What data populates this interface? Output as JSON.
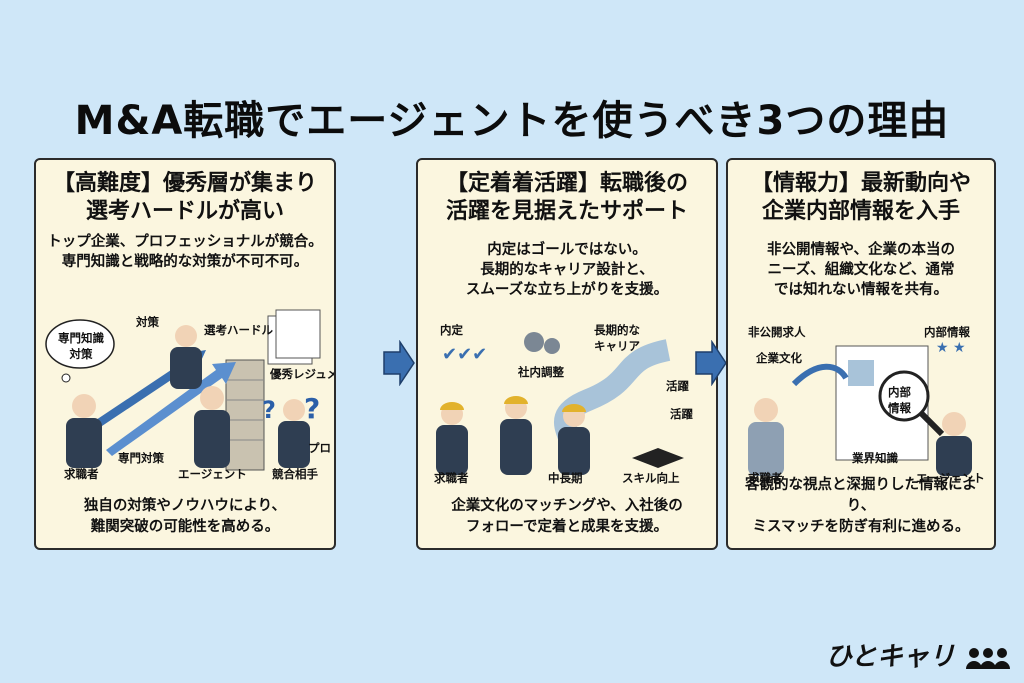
{
  "title": "M&A転職でエージェントを使うべき3つの理由",
  "panels": [
    {
      "title_line1": "【高難度】優秀層が集まり",
      "title_line2": "選考ハードルが高い",
      "desc_line1": "トップ企業、プロフェッショナルが競合。",
      "desc_line2": "専門知識と戦略的な対策が不可不可。",
      "labels": {
        "bubble": "専門知識\n対策",
        "taisaku": "対策",
        "hurdle": "選考ハードル",
        "resume": "優秀レジュメ",
        "senmon": "専門対策",
        "pro": "プロ",
        "job_seeker": "求職者",
        "agent": "エージェント",
        "rival": "競合相手"
      },
      "foot_line1": "独自の対策やノウハウにより、",
      "foot_line2": "難関突破の可能性を高める。"
    },
    {
      "title_line1": "【定着着活躍】転職後の",
      "title_line2": "活躍を見据えたサポート",
      "desc_line1": "内定はゴールではない。",
      "desc_line2": "長期的なキャリア設計と、",
      "desc_line3": "スムーズな立ち上がりを支援。",
      "labels": {
        "naitei": "内定",
        "chouseki": "社内調整",
        "career": "長期的な\nキャリア",
        "katsuyaku1": "活躍",
        "katsuyaku2": "活躍",
        "skill": "スキル向上",
        "job_seeker": "求職者",
        "mid_long": "中長期"
      },
      "foot_line1": "企業文化のマッチングや、入社後の",
      "foot_line2": "フォローで定着と成果を支援。"
    },
    {
      "title_line1": "【情報力】最新動向や",
      "title_line2": "企業内部情報を入手",
      "desc_line1": "非公開情報や、企業の本当の",
      "desc_line2": "ニーズ、組織文化など、通常",
      "desc_line3": "では知れない情報を共有。",
      "labels": {
        "hikoukai": "非公開求人",
        "naibu": "内部情報",
        "culture": "企業文化",
        "magnifier": "内部\n情報",
        "industry": "業界知識",
        "job_seeker": "求職者",
        "agent": "エージェント"
      },
      "foot_line1": "客観的な視点と深掘りした情報により、",
      "foot_line2": "ミスマッチを防ぎ有利に進める。"
    }
  ],
  "logo": "ひとキャリ",
  "colors": {
    "background": "#cfe7f8",
    "panel": "#fbf6df",
    "arrow": "#3a6fb0",
    "suit": "#2f3e52"
  }
}
